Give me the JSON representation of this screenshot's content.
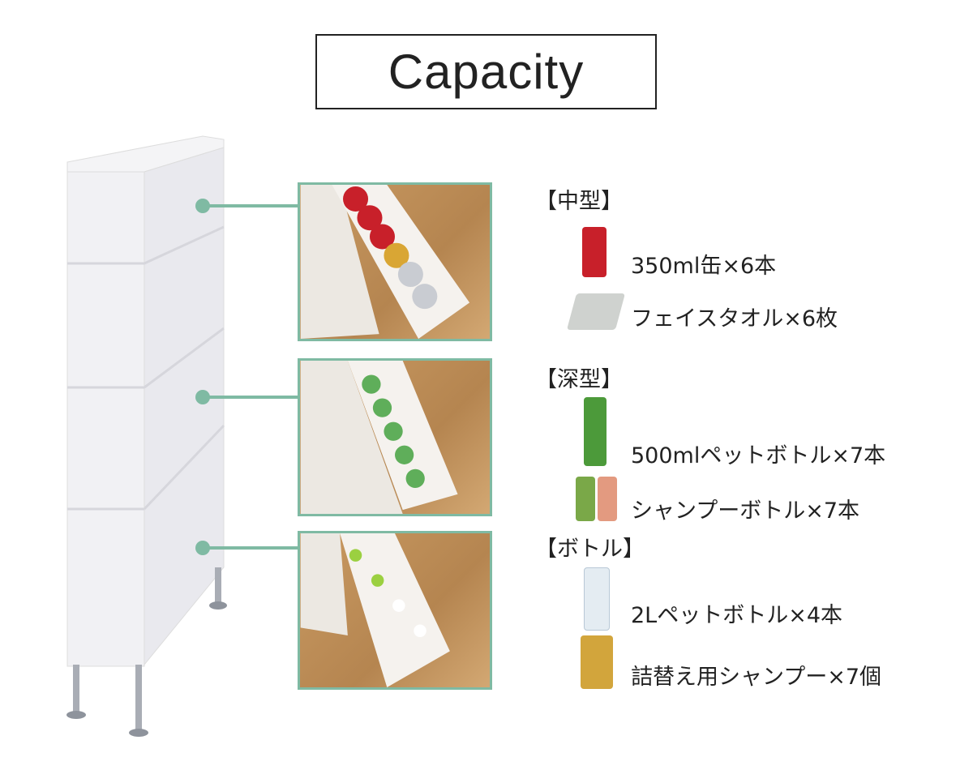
{
  "title": "Capacity",
  "accent_color": "#7fbaa3",
  "sections": [
    {
      "heading": "【中型】",
      "items": [
        {
          "icon": "cola-can-icon",
          "label": "350ml缶×6本"
        },
        {
          "icon": "face-towel-icon",
          "label": "フェイスタオル×6枚"
        }
      ]
    },
    {
      "heading": "【深型】",
      "items": [
        {
          "icon": "green-tea-bottle-icon",
          "label": "500mlペットボトル×7本"
        },
        {
          "icon": "shampoo-bottle-icon",
          "label": "シャンプーボトル×7本"
        }
      ]
    },
    {
      "heading": "【ボトル】",
      "items": [
        {
          "icon": "water-bottle-2l-icon",
          "label": "2Lペットボトル×4本"
        },
        {
          "icon": "refill-pouch-icon",
          "label": "詰替え用シャンプー×7個"
        }
      ]
    }
  ]
}
